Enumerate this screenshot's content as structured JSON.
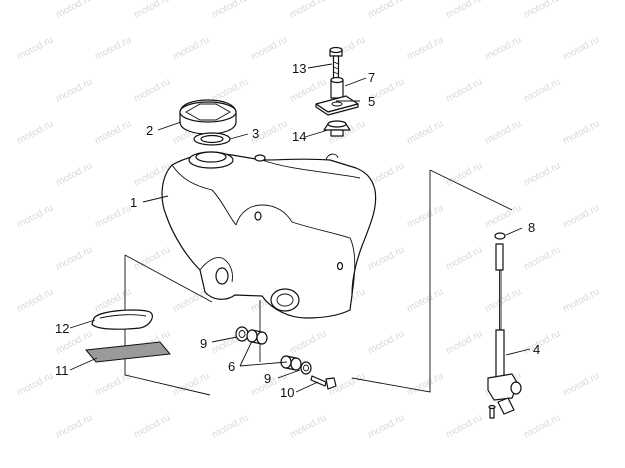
{
  "watermark": {
    "text": "motod.ru"
  },
  "callouts": [
    {
      "id": "c1",
      "label": "1"
    },
    {
      "id": "c2",
      "label": "2"
    },
    {
      "id": "c3",
      "label": "3"
    },
    {
      "id": "c4",
      "label": "4"
    },
    {
      "id": "c5",
      "label": "5"
    },
    {
      "id": "c6",
      "label": "6"
    },
    {
      "id": "c7",
      "label": "7"
    },
    {
      "id": "c8",
      "label": "8"
    },
    {
      "id": "c9a",
      "label": "9"
    },
    {
      "id": "c9b",
      "label": "9"
    },
    {
      "id": "c10",
      "label": "10"
    },
    {
      "id": "c11",
      "label": "11"
    },
    {
      "id": "c12",
      "label": "12"
    },
    {
      "id": "c13",
      "label": "13"
    },
    {
      "id": "c14",
      "label": "14"
    }
  ]
}
